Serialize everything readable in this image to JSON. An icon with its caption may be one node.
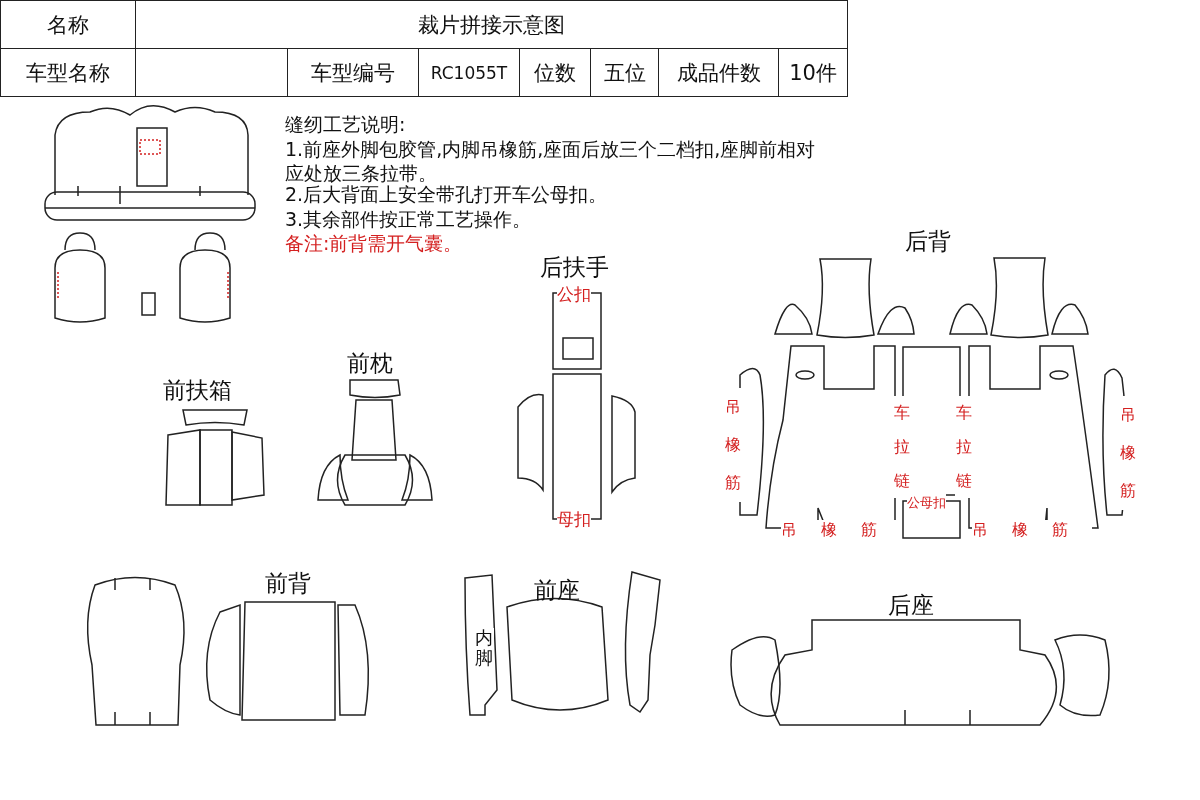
{
  "diagram": {
    "labels": [
      "名称",
      "裁片拼接示意图",
      "车型名称",
      "车型编号",
      "RC1055T",
      "位数",
      "五位",
      "成品件数",
      "10件",
      "缝纫工艺说明:",
      "1.前座外脚包胶管,内脚吊橡筋,座面后放三个二档扣,座脚前相对应处放三条拉带。",
      "2.后大背面上安全带孔打开车公母扣。",
      "3.其余部件按正常工艺操作。",
      "备注:前背需开气囊。",
      "后背",
      "后扶手",
      "公扣",
      "前枕",
      "前扶箱",
      "吊橡筋",
      "车拉链",
      "车拉链",
      "吊橡筋",
      "母扣",
      "公母扣",
      "吊橡筋",
      "吊橡筋",
      "前背",
      "前座",
      "内脚",
      "后座"
    ]
  }
}
